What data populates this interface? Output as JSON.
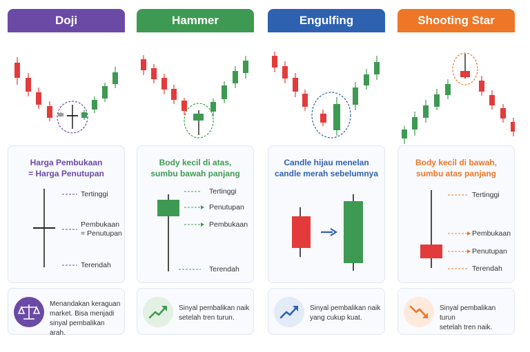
{
  "cards": [
    {
      "title": "Doji",
      "color": "#6b4aa6",
      "desc_lines": [
        "Harga Pembukaan",
        "= Harga Penutupan"
      ],
      "labels": [
        "Tertinggi",
        "Pembukaan",
        "= Penutupan",
        "Terendah"
      ],
      "icon": "balance-scale-icon",
      "note_lines": [
        "Menandakan keraguan",
        "market. Bisa menjadi",
        "sinyal pembalikan arah."
      ]
    },
    {
      "title": "Hammer",
      "color": "#3e9a52",
      "desc_lines": [
        "Body kecil di atas,",
        "sumbu bawah panjang"
      ],
      "labels": [
        "Tertinggi",
        "Penutupan",
        "Pembukaan",
        "Terendah"
      ],
      "icon": "trend-up-icon",
      "note_lines": [
        "Sinyal pembalikan naik",
        "setelah tren turun."
      ]
    },
    {
      "title": "Engulfing",
      "color": "#2e62b0",
      "desc_lines": [
        "Candle hijau menelan",
        "candle merah sebelumnya"
      ],
      "labels": [],
      "icon": "trend-up-icon",
      "note_lines": [
        "Sinyal pembalikan naik",
        "yang cukup kuat."
      ]
    },
    {
      "title": "Shooting Star",
      "color": "#ee7627",
      "desc_lines": [
        "Body kecil di bawah,",
        "sumbu atas panjang"
      ],
      "labels": [
        "Tertinggi",
        "Pembukaan",
        "Penutupan",
        "Terendah"
      ],
      "icon": "trend-down-icon",
      "note_lines": [
        "Sinyal pembalikan turun",
        "setelah tren naik."
      ]
    }
  ],
  "colors": {
    "bull": "#3e9a52",
    "bear": "#e33b3b",
    "doji": "#999999"
  }
}
